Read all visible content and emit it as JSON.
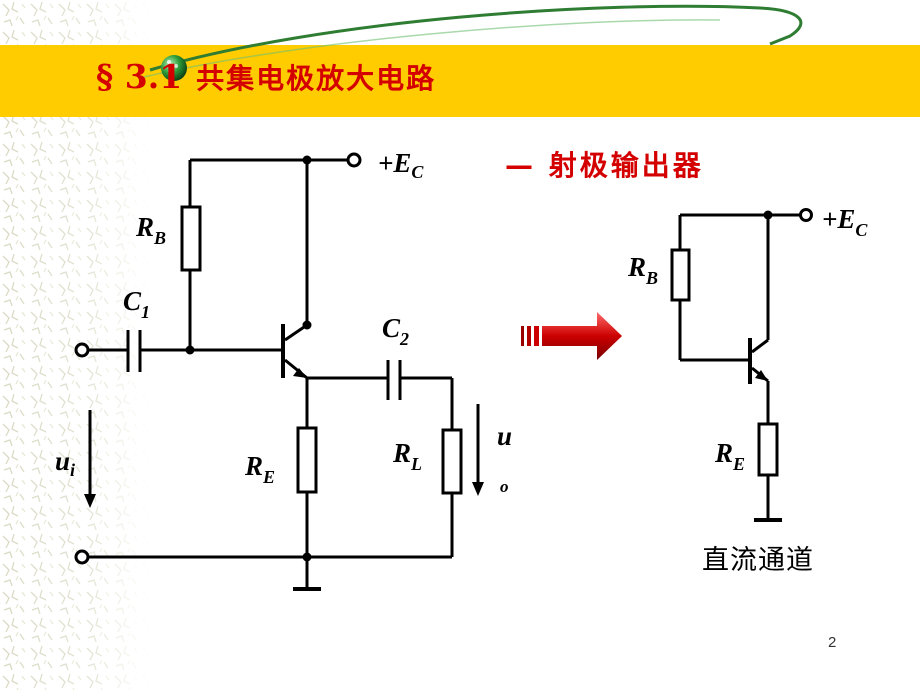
{
  "slide": {
    "title_section": "§ 3.1",
    "title_text": "共集电极放大电路",
    "subtitle": "— 射极输出器",
    "caption": "直流通道",
    "page_number": "2"
  },
  "left_circuit": {
    "supply": "+E",
    "supply_sub": "C",
    "rb": "R",
    "rb_sub": "B",
    "c1": "C",
    "c1_sub": "1",
    "c2": "C",
    "c2_sub": "2",
    "re": "R",
    "re_sub": "E",
    "rl": "R",
    "rl_sub": "L",
    "ui": "u",
    "ui_sub": "i",
    "uo": "u",
    "uo_sub": "o"
  },
  "right_circuit": {
    "supply": "+E",
    "supply_sub": "C",
    "rb": "R",
    "rb_sub": "B",
    "re": "R",
    "re_sub": "E"
  },
  "colors": {
    "title_bar": "#ffcc00",
    "title_text": "#d40000",
    "arrow": "#cc0000",
    "swoosh": "#2e7d32"
  }
}
